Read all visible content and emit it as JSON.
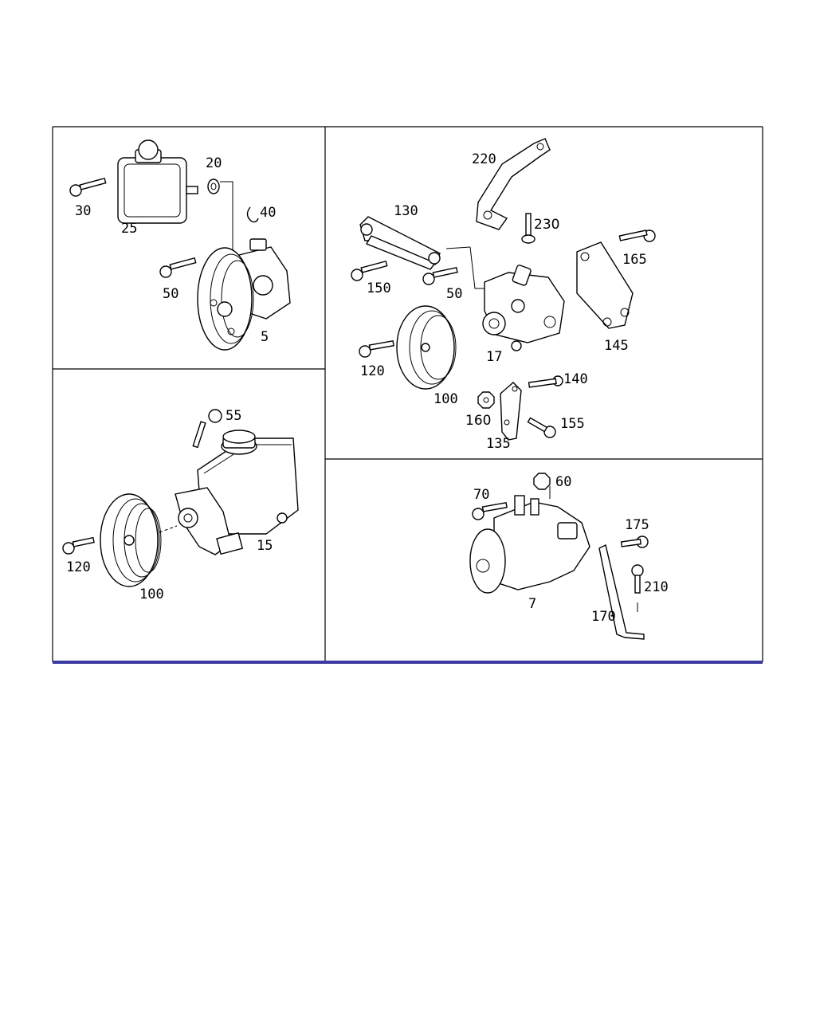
{
  "colors": {
    "frame": "#000000",
    "accent_bar": "#3a3aa0"
  },
  "panels": {
    "top_left": {
      "labels": [
        "20",
        "30",
        "25",
        "40",
        "50",
        "5"
      ]
    },
    "bottom_left": {
      "labels": [
        "55",
        "120",
        "100",
        "15"
      ]
    },
    "top_right": {
      "labels": [
        "220",
        "130",
        "230",
        "165",
        "150",
        "50",
        "145",
        "120",
        "17",
        "100",
        "140",
        "160",
        "155",
        "135"
      ]
    },
    "bottom_right": {
      "labels": [
        "60",
        "70",
        "175",
        "210",
        "7",
        "170"
      ]
    }
  }
}
